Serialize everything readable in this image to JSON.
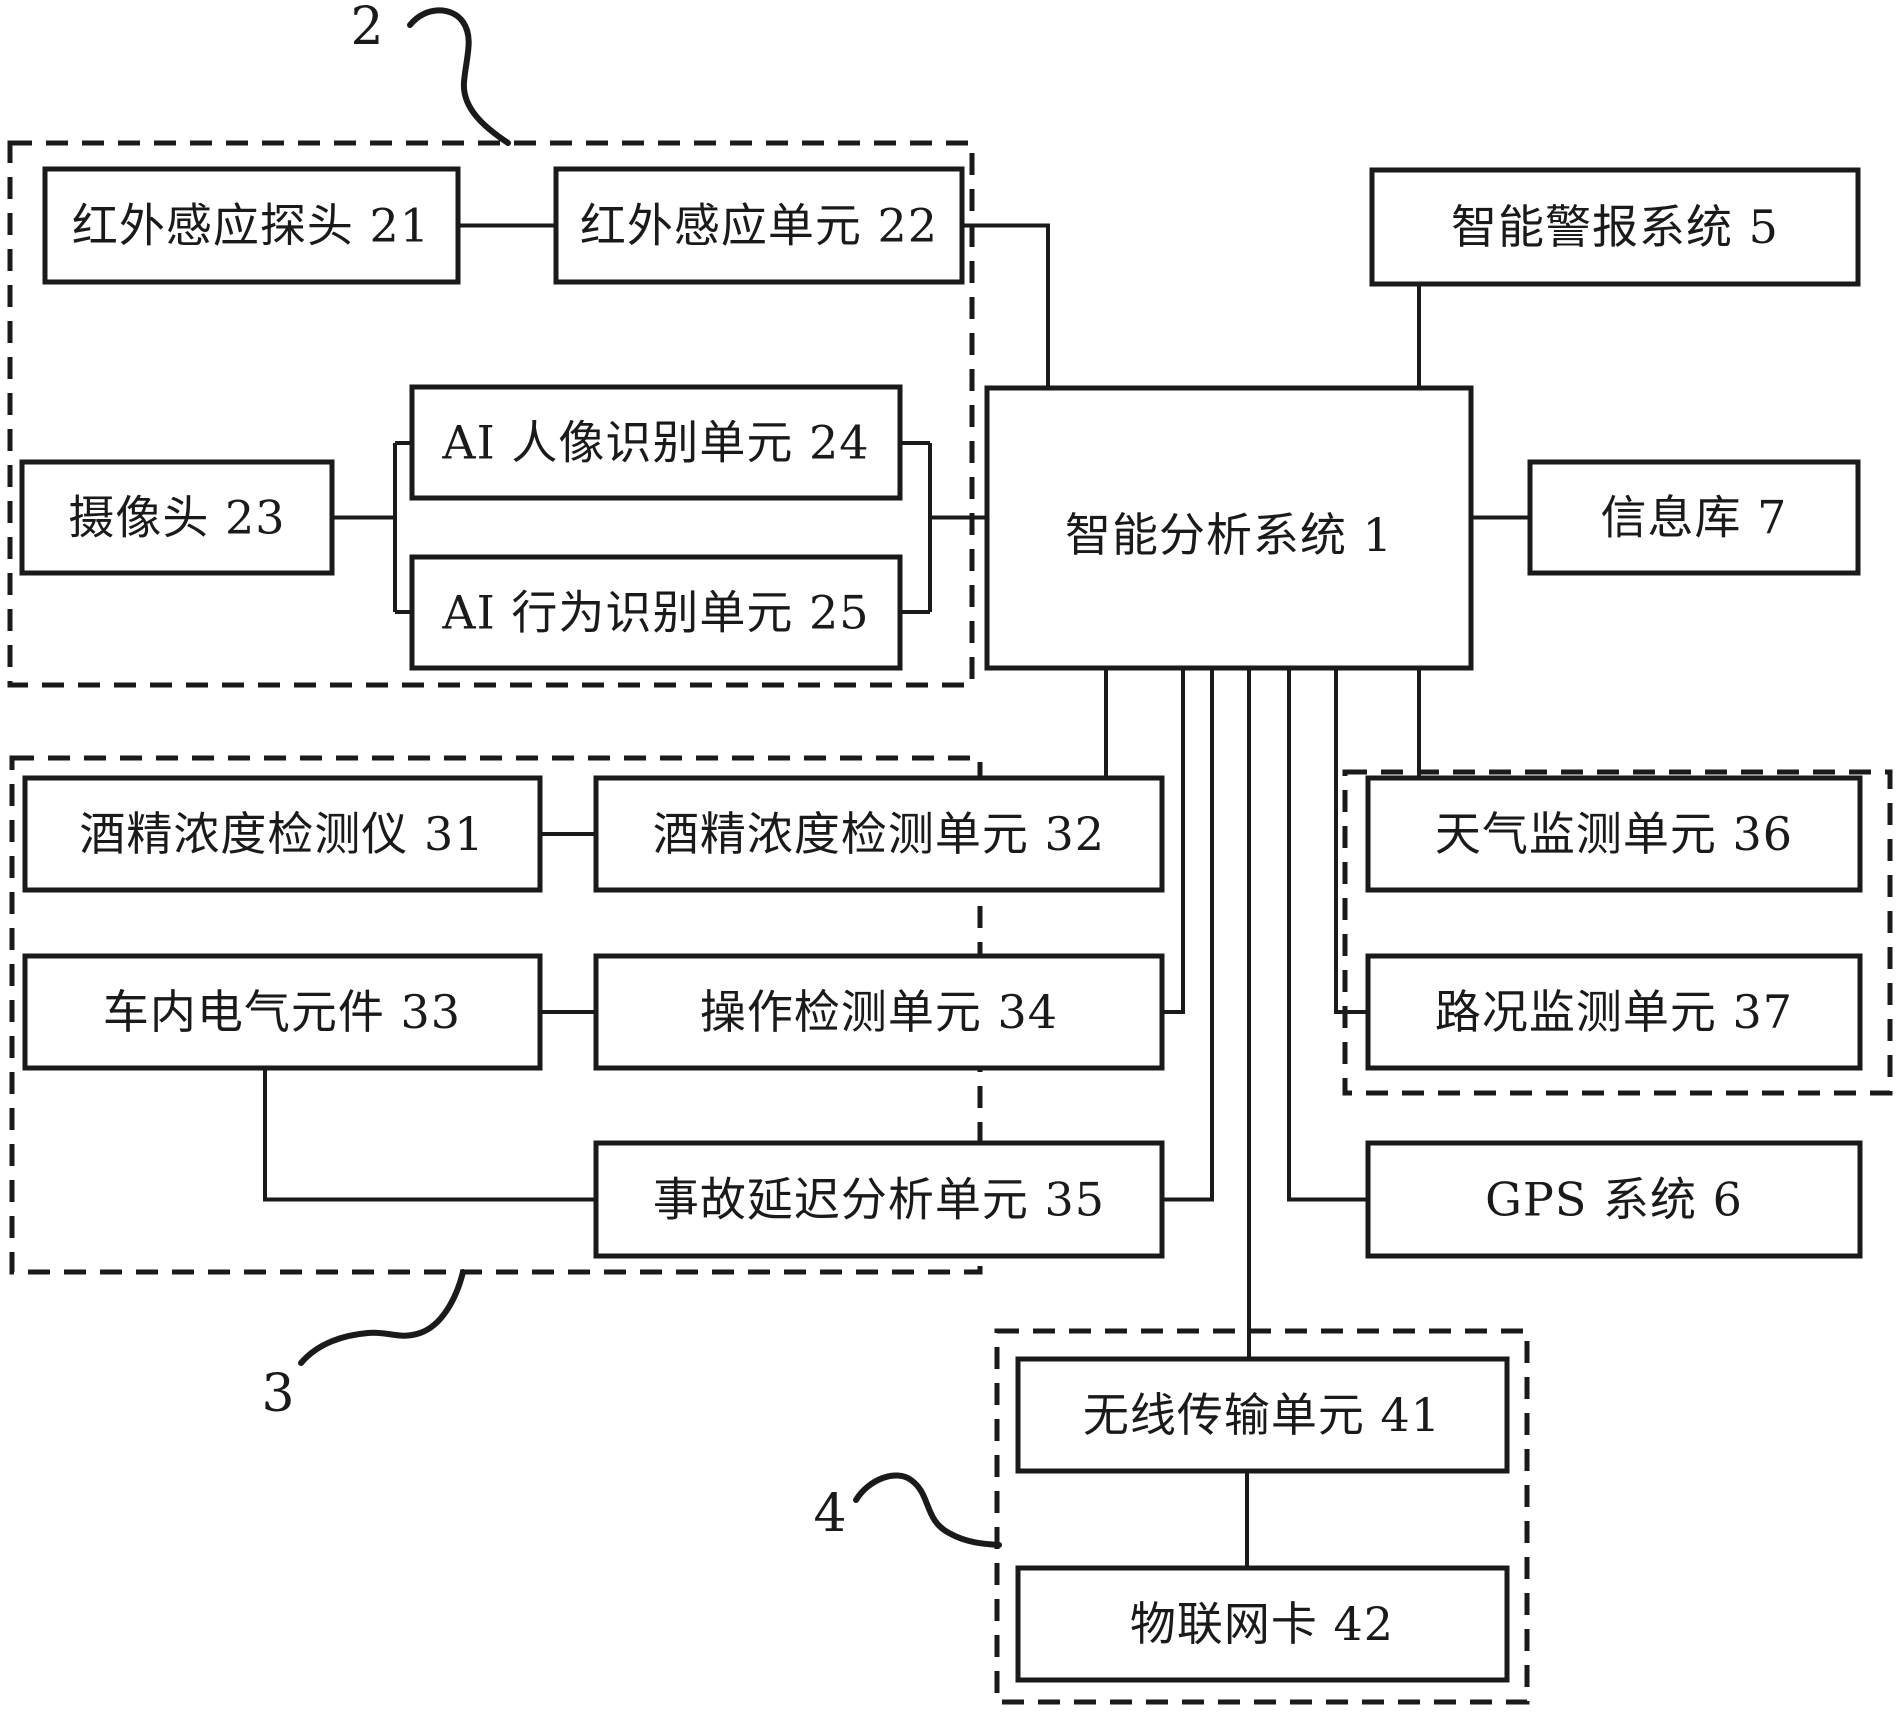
{
  "figure": {
    "colors": {
      "line": "#1a1a1a",
      "background": "#ffffff"
    },
    "ref_labels": {
      "group2": "2",
      "group3": "3",
      "group4": "4"
    },
    "boxes": {
      "infrared_probe": {
        "label": "红外感应探头 21"
      },
      "infrared_unit": {
        "label": "红外感应单元 22"
      },
      "camera": {
        "label": "摄像头 23"
      },
      "ai_face_unit": {
        "label": "AI 人像识别单元 24"
      },
      "ai_behavior_unit": {
        "label": "AI 行为识别单元 25"
      },
      "analysis_system": {
        "label": "智能分析系统 1"
      },
      "alarm_system": {
        "label": "智能警报系统 5"
      },
      "info_library": {
        "label": "信息库 7"
      },
      "alcohol_detector": {
        "label": "酒精浓度检测仪 31"
      },
      "alcohol_unit": {
        "label": "酒精浓度检测单元 32"
      },
      "vehicle_electrics": {
        "label": "车内电气元件 33"
      },
      "operation_unit": {
        "label": "操作检测单元 34"
      },
      "accident_delay_unit": {
        "label": "事故延迟分析单元 35"
      },
      "weather_unit": {
        "label": "天气监测单元 36"
      },
      "road_unit": {
        "label": "路况监测单元 37"
      },
      "gps_system": {
        "label": "GPS 系统 6"
      },
      "wireless_unit": {
        "label": "无线传输单元 41"
      },
      "iot_card": {
        "label": "物联网卡 42"
      }
    }
  }
}
